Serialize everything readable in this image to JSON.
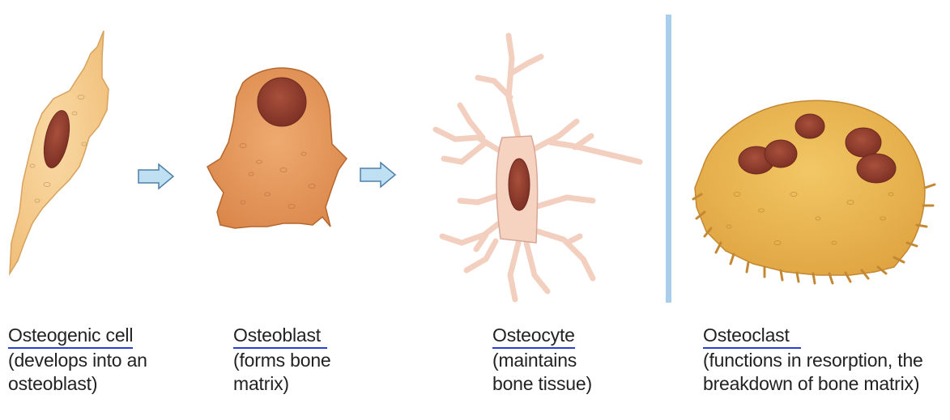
{
  "colors": {
    "cell_fill": "#f2c27a",
    "cell_stroke": "#c98a3e",
    "nucleus_fill": "#8e3a2c",
    "osteoblast_fill": "#e0955a",
    "osteocyte_fill": "#f6d3c0",
    "osteoclast_fill": "#e9b34e",
    "arrow_fill": "#bfe0f2",
    "divider": "#a9cdea",
    "underline": "#2a3fd6"
  },
  "cells": [
    {
      "name": "Osteogenic cell",
      "description": "(develops into an\nosteoblast)"
    },
    {
      "name": "Osteoblast",
      "description": "(forms bone\nmatrix)"
    },
    {
      "name": "Osteocyte",
      "description": "(maintains\nbone tissue)"
    },
    {
      "name": "Osteoclast",
      "description": "(functions in resorption, the\nbreakdown of bone matrix)"
    }
  ],
  "arrows": [
    {
      "from": "Osteogenic cell",
      "to": "Osteoblast"
    },
    {
      "from": "Osteoblast",
      "to": "Osteocyte"
    }
  ]
}
